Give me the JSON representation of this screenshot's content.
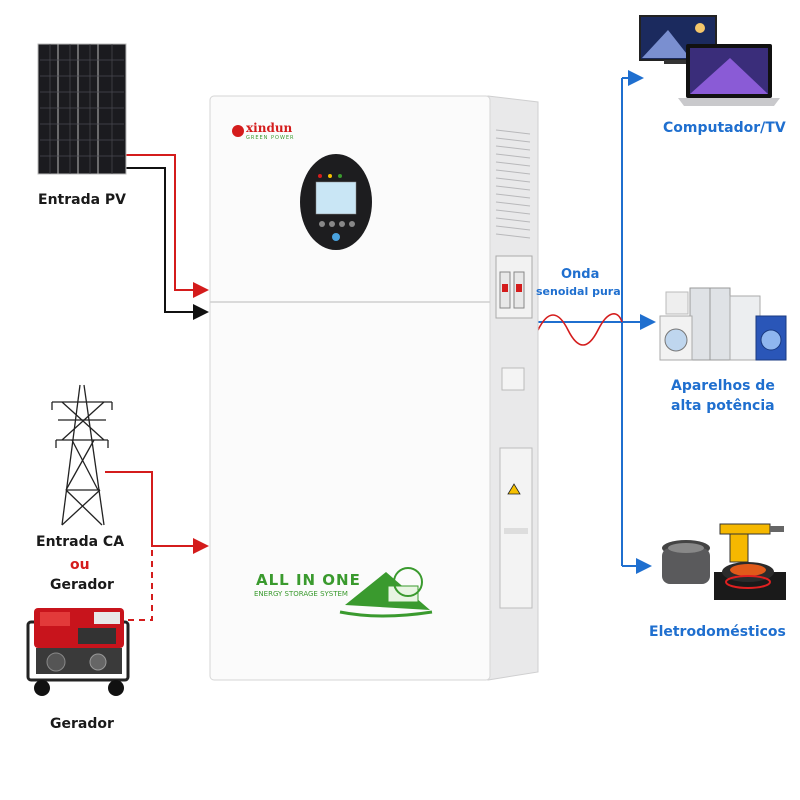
{
  "inputs": {
    "pv_label": "Entrada PV",
    "ac_label": "Entrada CA",
    "or_label": "ou",
    "gen_label_top": "Gerador",
    "gen_label_bottom": "Gerador"
  },
  "wave": {
    "line1": "Onda",
    "line2": "senoidal pura"
  },
  "outputs": {
    "computer": "Computador/TV",
    "appliances_line1": "Aparelhos de",
    "appliances_line2": "alta potência",
    "household": "Eletrodomésticos"
  },
  "unit": {
    "brand": "xindun",
    "brand_sub": "GREEN POWER",
    "product_title": "ALL IN ONE",
    "product_sub": "ENERGY STORAGE SYSTEM"
  },
  "colors": {
    "red_wire": "#d41c1c",
    "black_wire": "#111111",
    "blue_wire": "#1f6fcf",
    "brand_green": "#3a9a2e"
  }
}
